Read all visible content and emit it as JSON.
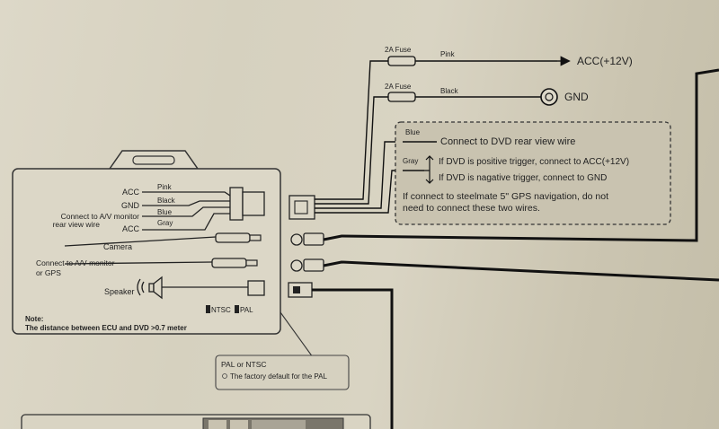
{
  "ecu": {
    "labels": {
      "acc": "ACC",
      "gnd": "GND",
      "monitor_rear": "Connect to A/V monitor",
      "monitor_rear_2": "rear view wire",
      "acc2": "ACC",
      "camera": "Camera",
      "monitor_gps": "Connect to A/V monitor",
      "monitor_gps_2": "or GPS",
      "speaker": "Speaker"
    },
    "wire_colors": {
      "pink": "Pink",
      "black": "Black",
      "blue": "Blue",
      "gray": "Gray"
    },
    "switch": {
      "ntsc": "NTSC",
      "pal": "PAL"
    },
    "note": {
      "title": "Note:",
      "text": "The distance between ECU and DVD >0.7 meter"
    }
  },
  "power": {
    "fuse1": "2A Fuse",
    "wire1": "Pink",
    "acc_label": "ACC(+12V)",
    "fuse2": "2A Fuse",
    "wire2": "Black",
    "gnd_label": "GND"
  },
  "trigger_box": {
    "blue_tag": "Blue",
    "blue_desc": "Connect to DVD rear view wire",
    "gray_tag": "Gray",
    "positive": "If DVD is positive trigger, connect to ACC(+12V)",
    "negative": "If DVD is nagative trigger, connect to GND",
    "steelmate_1": "If connect to steelmate 5\" GPS navigation, do not",
    "steelmate_2": "need to connect these two wires."
  },
  "callout": {
    "title": "PAL or NTSC",
    "text": "The factory default for the PAL"
  }
}
